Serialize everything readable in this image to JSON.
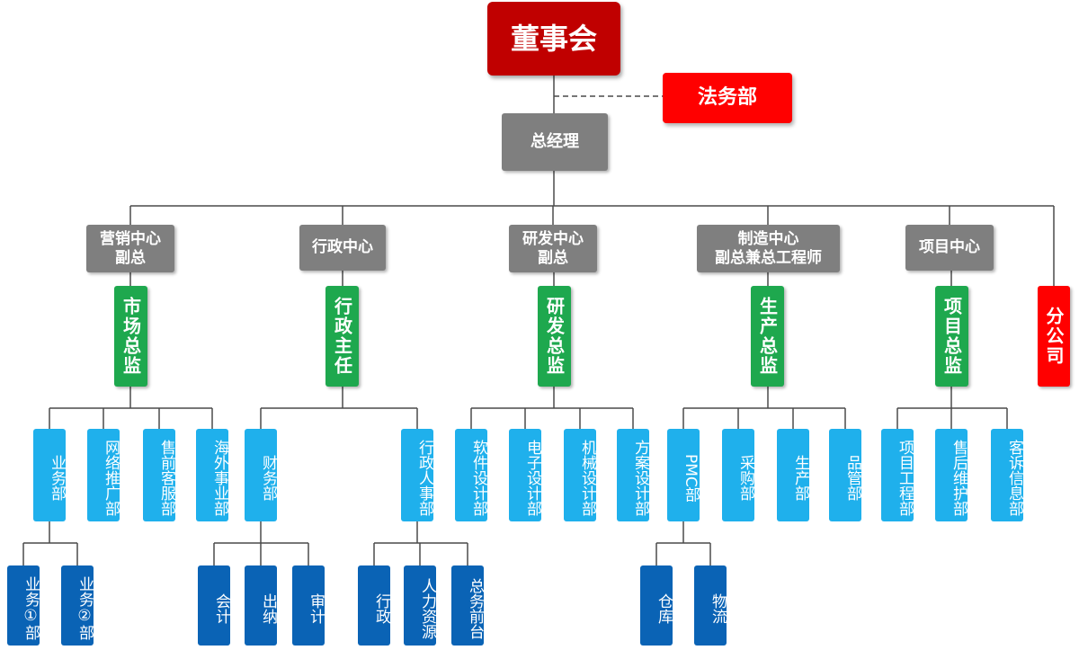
{
  "board": "董事会",
  "legal": "法务部",
  "gm": "总经理",
  "branch": "分公司",
  "centers": [
    {
      "label": "营销中心\n副总",
      "director": "市场总监"
    },
    {
      "label": "行政中心",
      "director": "行政主任"
    },
    {
      "label": "研发中心\n副总",
      "director": "研发总监"
    },
    {
      "label": "制造中心\n副总兼总工程师",
      "director": "生产总监"
    },
    {
      "label": "项目中心",
      "director": "项目总监"
    }
  ],
  "departments": [
    "业务部",
    "网络推广部",
    "售前客服部",
    "海外事业部",
    "财务部",
    "行政人事部",
    "软件设计部",
    "电子设计部",
    "机械设计部",
    "方案设计部",
    "PMC部",
    "采购部",
    "生产部",
    "品管部",
    "项目工程部",
    "售后维护部",
    "客诉信息部"
  ],
  "subunits": [
    "业务①部",
    "业务②部",
    "会计",
    "出纳",
    "审计",
    "行政",
    "人力资源",
    "总务前台",
    "仓库",
    "物流"
  ],
  "colors": {
    "board": "#c00000",
    "legal": "#ff0000",
    "gray": "#7f7f7f",
    "green": "#1ea84e",
    "lightblue": "#1fb0ec",
    "darkblue": "#0a63b5",
    "line": "#4a4a4a"
  }
}
